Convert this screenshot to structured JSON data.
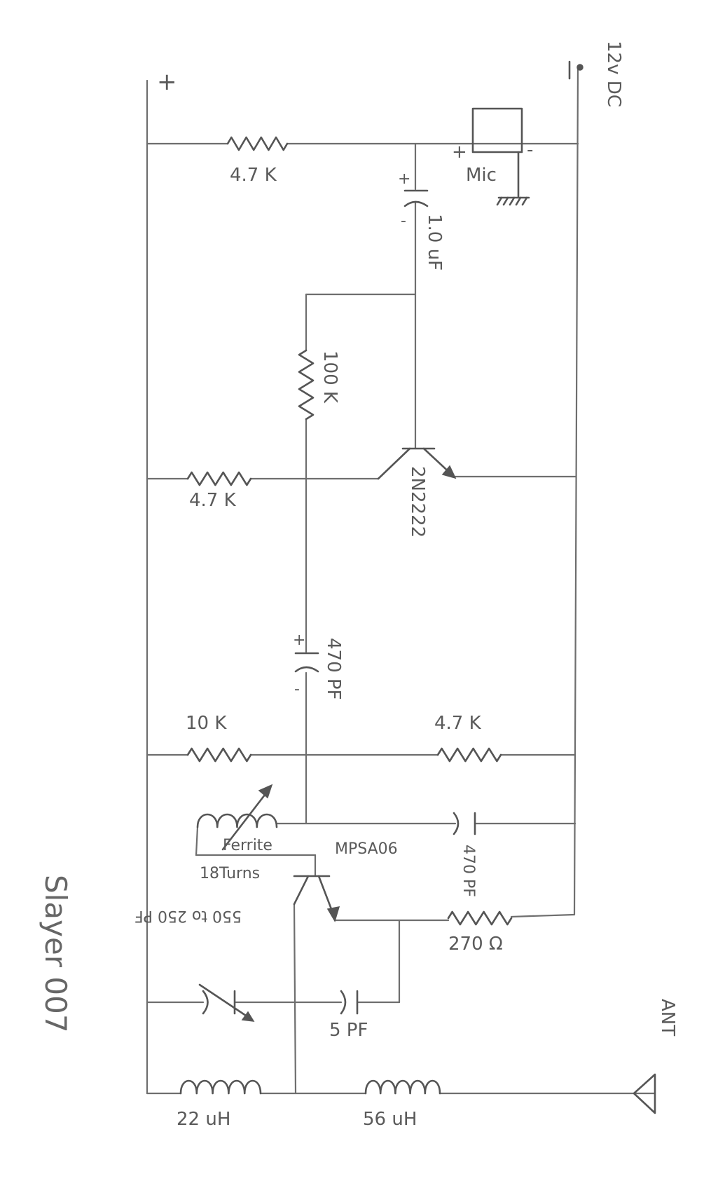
{
  "labels": {
    "plus_terminal": "+",
    "supply": "12v DC",
    "mic": "Mic",
    "mic_plus": "+",
    "mic_minus": "-",
    "r1": "4.7 K",
    "c1": "1.0 uF",
    "c1_plus": "+",
    "c1_minus": "-",
    "r2": "100 K",
    "r3": "4.7 K",
    "q1": "2N2222",
    "c2": "470 PF",
    "c2_plus": "+",
    "c2_minus": "-",
    "r4": "10 K",
    "r5": "4.7 K",
    "coil_core": "Ferrite",
    "coil_turns": "18Turns",
    "q2": "MPSA06",
    "c3": "470 PF",
    "r6": "270 Ω",
    "trimmer": "550 to 250 PF",
    "c4": "5 PF",
    "l1": "22 uH",
    "l2": "56 uH",
    "antenna": "ANT",
    "signature": "Slayer 007"
  },
  "colors": {
    "pencil": "#555555",
    "wire": "#6e6e6e",
    "paper": "#ffffff"
  }
}
